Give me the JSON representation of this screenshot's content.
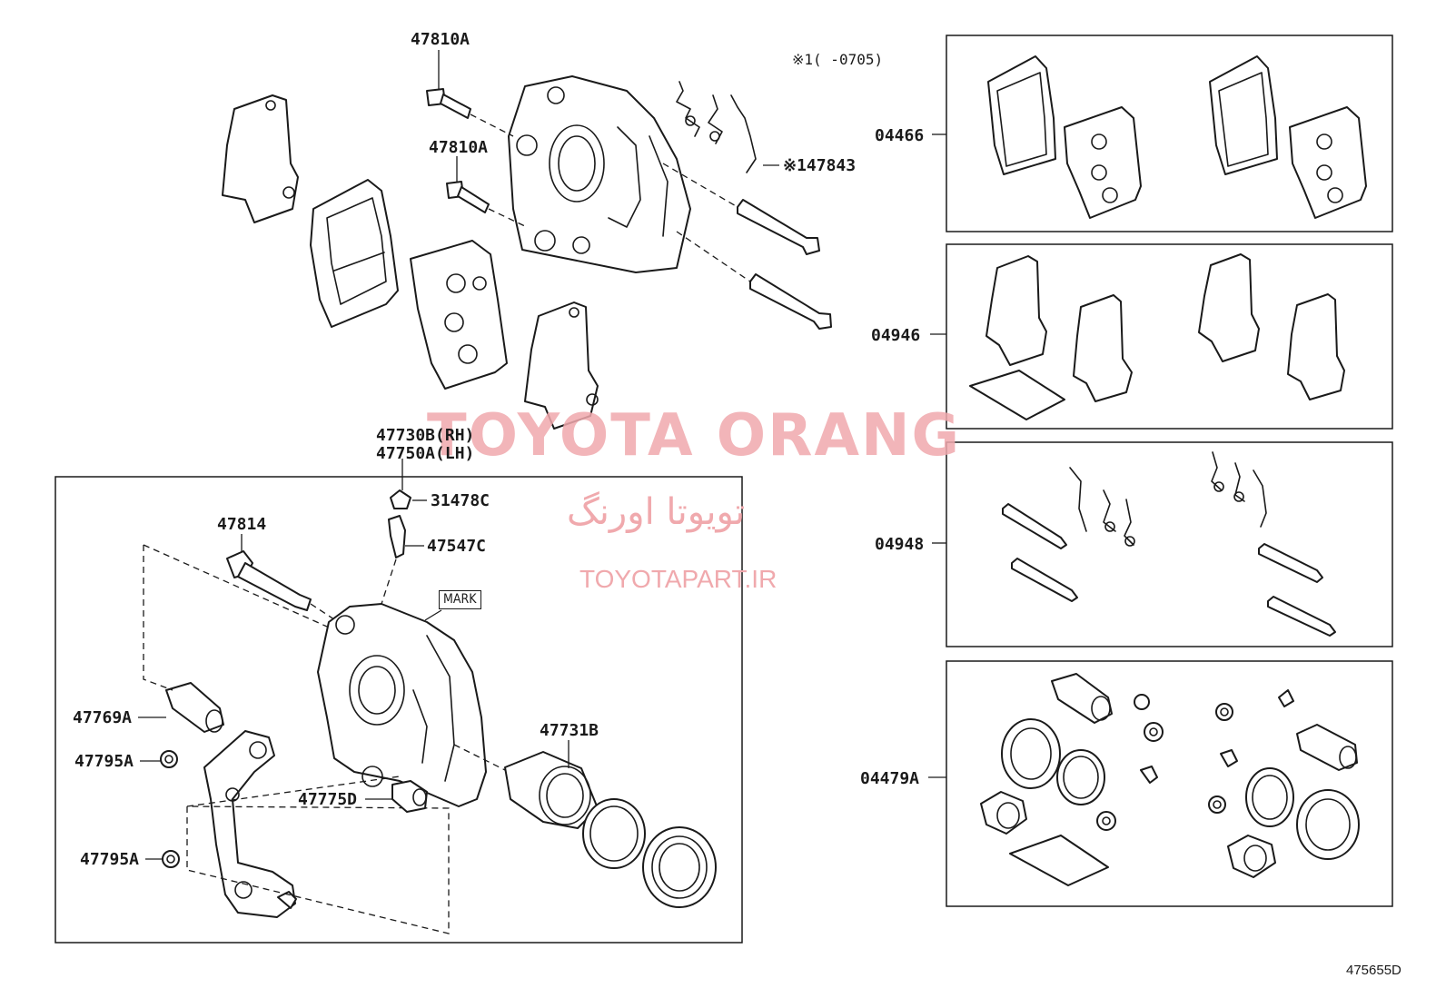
{
  "labels": {
    "p47810a_top": "47810A",
    "p47810a_mid": "47810A",
    "note_range": "※1(      -0705)",
    "p47843": "※147843",
    "p47730b": "47730B(RH)",
    "p47750a": "47750A(LH)",
    "p31478c": "31478C",
    "p47547c": "47547C",
    "p47814": "47814",
    "mark": "MARK",
    "p47769a": "47769A",
    "p47795a_1": "47795A",
    "p47795a_2": "47795A",
    "p47775d": "47775D",
    "p47731b": "47731B",
    "k04466": "04466",
    "k04946": "04946",
    "k04948": "04948",
    "k04479a": "04479A"
  },
  "watermark": {
    "brand": "TOYOTA ORANG",
    "persian": "تویوتا اورنگ",
    "url": "TOYOTAPART.IR"
  },
  "diagram_code": "475655D"
}
